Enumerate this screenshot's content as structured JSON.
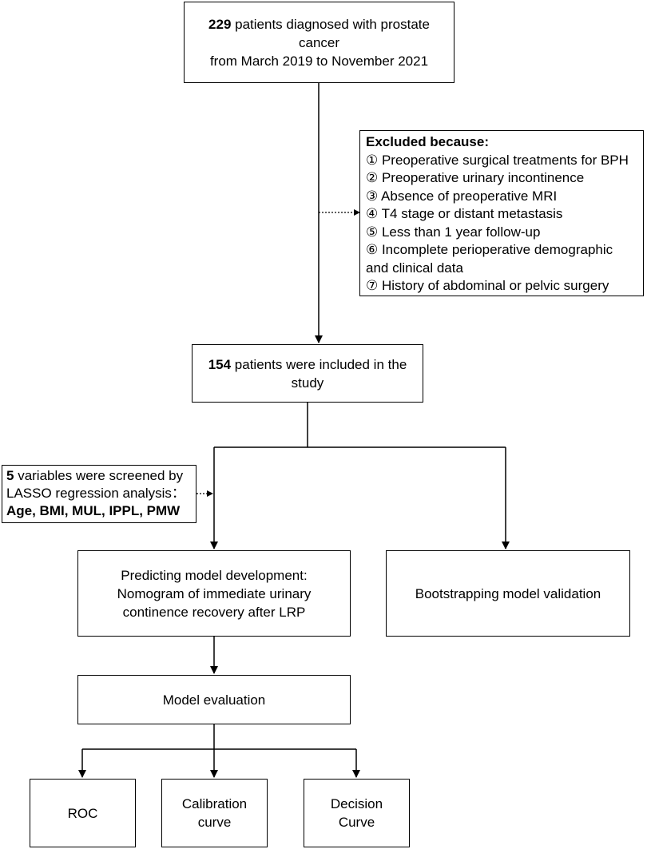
{
  "start": {
    "count": "229",
    "line1_rest": " patients diagnosed with prostate cancer",
    "line2": "from March 2019 to November 2021"
  },
  "excluded": {
    "title": "Excluded because:",
    "items": [
      "① Preoperative surgical treatments for BPH",
      "② Preoperative urinary incontinence",
      "③ Absence of preoperative MRI",
      "④ T4 stage or distant metastasis",
      "⑤ Less than 1 year follow-up",
      "⑥ Incomplete perioperative demographic",
      "and clinical data",
      "⑦ History of abdominal or pelvic surgery"
    ]
  },
  "included": {
    "count": "154",
    "rest": " patients were included in the study"
  },
  "lasso": {
    "count": "5",
    "line1_rest": " variables were screened by",
    "line2": "LASSO regression analysis：",
    "line3": "Age, BMI, MUL, IPPL, PMW"
  },
  "development": {
    "line1": "Predicting model development:",
    "line2": "Nomogram of immediate urinary",
    "line3": "continence recovery after LRP"
  },
  "validation": {
    "label": "Bootstrapping model validation"
  },
  "evaluation": {
    "label": "Model evaluation"
  },
  "outcomes": {
    "roc": "ROC",
    "calibration_line1": "Calibration",
    "calibration_line2": "curve",
    "decision": "Decision Curve"
  }
}
